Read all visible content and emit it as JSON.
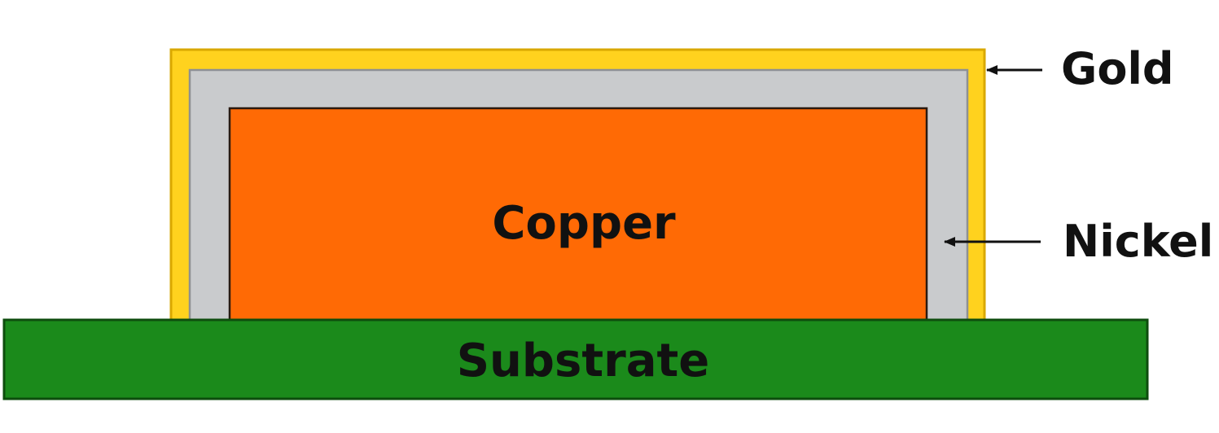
{
  "diagram": {
    "layers": {
      "gold": {
        "label": "Gold",
        "color": "#FFD21E",
        "border": "#D9A800"
      },
      "nickel": {
        "label": "Nickel",
        "color": "#C9CBCD",
        "border": "#8E9093"
      },
      "copper": {
        "label": "Copper",
        "color": "#FF6A05",
        "border": "#2A1A10"
      },
      "substrate": {
        "label": "Substrate",
        "color": "#1B8A1B",
        "border": "#0E4D0E"
      }
    },
    "callout_color": "#111111"
  }
}
